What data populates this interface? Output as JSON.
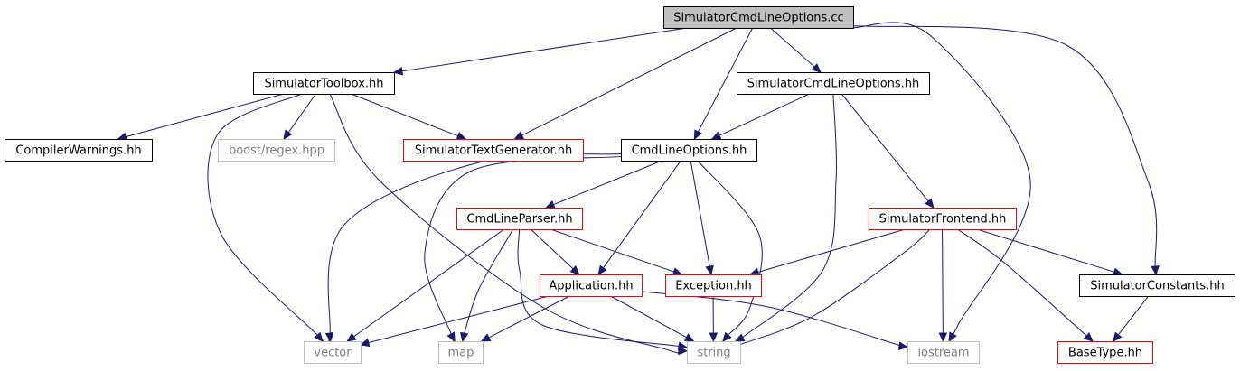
{
  "graph": {
    "root": {
      "id": "root",
      "label": "SimulatorCmdLineOptions.cc",
      "kind": "root"
    },
    "nodes": [
      {
        "id": "toolbox",
        "label": "SimulatorToolbox.hh",
        "kind": "normal"
      },
      {
        "id": "scloh",
        "label": "SimulatorCmdLineOptions.hh",
        "kind": "normal"
      },
      {
        "id": "compwarn",
        "label": "CompilerWarnings.hh",
        "kind": "normal"
      },
      {
        "id": "regex",
        "label": "boost/regex.hpp",
        "kind": "system"
      },
      {
        "id": "textgen",
        "label": "SimulatorTextGenerator.hh",
        "kind": "truncated"
      },
      {
        "id": "cmdlineopts",
        "label": "CmdLineOptions.hh",
        "kind": "normal"
      },
      {
        "id": "cmdlineparser",
        "label": "CmdLineParser.hh",
        "kind": "truncated"
      },
      {
        "id": "frontend",
        "label": "SimulatorFrontend.hh",
        "kind": "truncated"
      },
      {
        "id": "application",
        "label": "Application.hh",
        "kind": "truncated"
      },
      {
        "id": "exception",
        "label": "Exception.hh",
        "kind": "truncated"
      },
      {
        "id": "constants",
        "label": "SimulatorConstants.hh",
        "kind": "normal"
      },
      {
        "id": "vector",
        "label": "vector",
        "kind": "system"
      },
      {
        "id": "map",
        "label": "map",
        "kind": "system"
      },
      {
        "id": "string",
        "label": "string",
        "kind": "system"
      },
      {
        "id": "iostream",
        "label": "iostream",
        "kind": "system"
      },
      {
        "id": "basetype",
        "label": "BaseType.hh",
        "kind": "truncated"
      }
    ],
    "edges": [
      {
        "from": "root",
        "to": "toolbox"
      },
      {
        "from": "root",
        "to": "scloh"
      },
      {
        "from": "root",
        "to": "textgen"
      },
      {
        "from": "root",
        "to": "cmdlineopts"
      },
      {
        "from": "root",
        "to": "iostream"
      },
      {
        "from": "root",
        "to": "constants"
      },
      {
        "from": "toolbox",
        "to": "compwarn"
      },
      {
        "from": "toolbox",
        "to": "regex"
      },
      {
        "from": "toolbox",
        "to": "textgen"
      },
      {
        "from": "toolbox",
        "to": "vector"
      },
      {
        "from": "toolbox",
        "to": "string"
      },
      {
        "from": "scloh",
        "to": "cmdlineopts"
      },
      {
        "from": "scloh",
        "to": "frontend"
      },
      {
        "from": "scloh",
        "to": "string"
      },
      {
        "from": "cmdlineopts",
        "to": "cmdlineparser"
      },
      {
        "from": "cmdlineopts",
        "to": "application"
      },
      {
        "from": "cmdlineopts",
        "to": "exception"
      },
      {
        "from": "cmdlineopts",
        "to": "vector"
      },
      {
        "from": "cmdlineopts",
        "to": "map"
      },
      {
        "from": "cmdlineopts",
        "to": "string"
      },
      {
        "from": "cmdlineparser",
        "to": "application"
      },
      {
        "from": "cmdlineparser",
        "to": "exception"
      },
      {
        "from": "cmdlineparser",
        "to": "vector"
      },
      {
        "from": "cmdlineparser",
        "to": "map"
      },
      {
        "from": "cmdlineparser",
        "to": "string"
      },
      {
        "from": "frontend",
        "to": "exception"
      },
      {
        "from": "frontend",
        "to": "constants"
      },
      {
        "from": "frontend",
        "to": "basetype"
      },
      {
        "from": "frontend",
        "to": "string"
      },
      {
        "from": "frontend",
        "to": "iostream"
      },
      {
        "from": "application",
        "to": "vector"
      },
      {
        "from": "application",
        "to": "map"
      },
      {
        "from": "application",
        "to": "string"
      },
      {
        "from": "application",
        "to": "iostream"
      },
      {
        "from": "exception",
        "to": "string"
      },
      {
        "from": "constants",
        "to": "basetype"
      }
    ],
    "colors": {
      "root_fill": "#bfbfbf",
      "normal_border": "#000000",
      "truncated_border": "#ff0000",
      "system_border": "#bfbfbf",
      "system_text": "#7f7f7f",
      "edge": "#191970"
    }
  }
}
